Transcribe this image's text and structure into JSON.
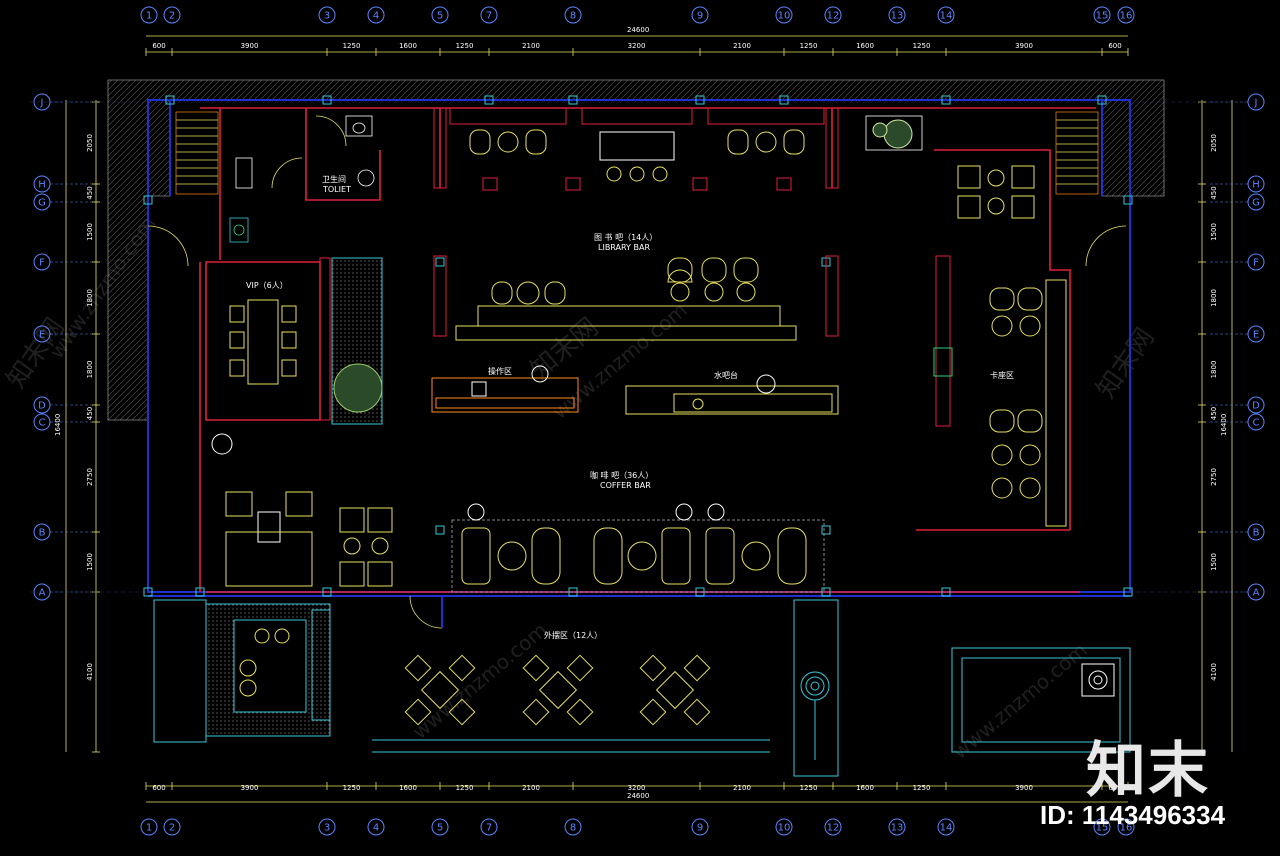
{
  "top_dims": [
    "600",
    "3900",
    "1250",
    "1600",
    "1250",
    "2100",
    "3200",
    "2100",
    "1250",
    "1600",
    "1250",
    "3900",
    "600"
  ],
  "total_dim": "24600",
  "col_axes": [
    "1",
    "2",
    "3",
    "4",
    "5",
    "7",
    "8",
    "9",
    "10",
    "12",
    "13",
    "14",
    "15",
    "16"
  ],
  "row_axes": [
    "J",
    "H",
    "G",
    "F",
    "E",
    "D",
    "C",
    "B",
    "A"
  ],
  "left_dims": [
    "2050",
    "450",
    "1500",
    "1800",
    "1800",
    "450",
    "2750",
    "1500",
    "4100"
  ],
  "left_total": "16400",
  "rooms": {
    "toilet_cn": "卫生间",
    "toilet_en": "TOLIET",
    "vip": "VIP（6人）",
    "library_cn": "图 书 吧（14人）",
    "library_en": "LIBRARY BAR",
    "operation": "操作区",
    "waterbar": "水吧台",
    "booth": "卡座区",
    "coffee_cn": "咖 啡 吧（36人）",
    "coffee_en": "COFFER BAR",
    "outdoor": "外摆区（12人）"
  },
  "watermarks": {
    "site_cn": "知末网",
    "site_url": "www.znzmo.com",
    "brand": "知末",
    "id_label": "ID: 1143496334"
  },
  "colors": {
    "background": "#000000",
    "wall": "#1f2fd0",
    "partition": "#e0203a",
    "furniture": "#e8e060",
    "dimension": "#e8e060",
    "axis_circle": "#5b84ff",
    "text": "#ffffff",
    "cyan": "#37c6d6",
    "orange": "#ff8a1a"
  }
}
